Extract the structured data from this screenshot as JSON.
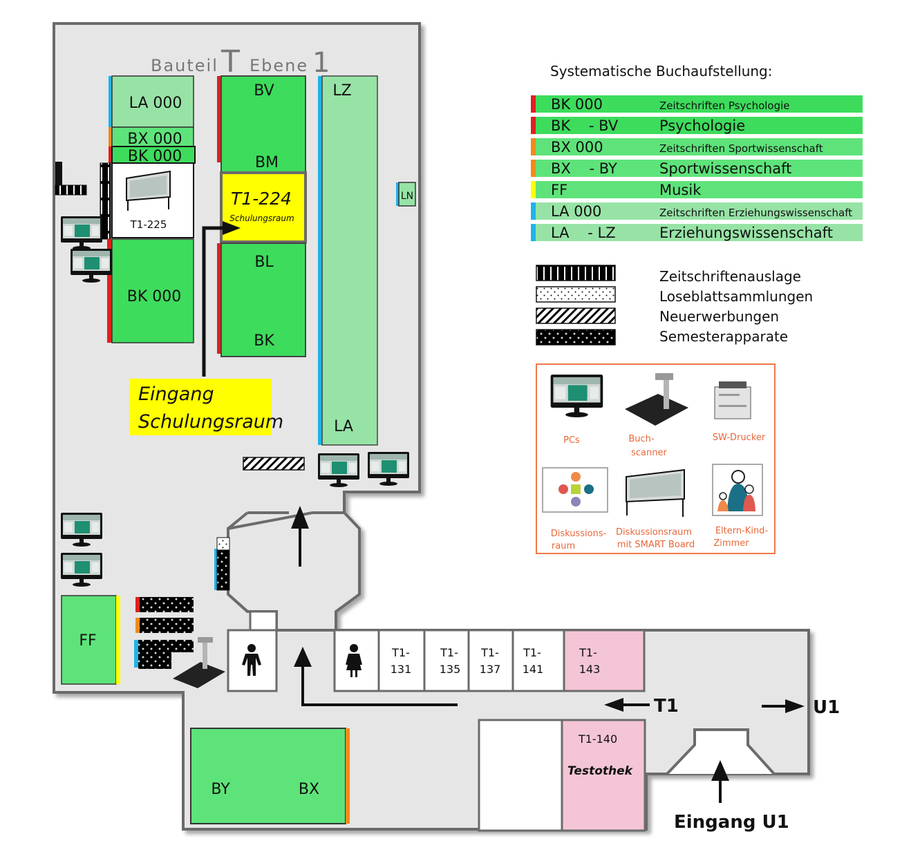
{
  "title": {
    "part1": "Bauteil",
    "part2": "T",
    "part3": "Ebene",
    "part4": "1"
  },
  "colors": {
    "wall": "#6b6b6b",
    "floor": "#e6e6e6",
    "green_dark": "#3ddc5c",
    "green_mid": "#5ee37a",
    "green_light": "#97e3a6",
    "pink": "#f4c5d6",
    "yellow": "#ffff00",
    "red": "#e0201e",
    "orange": "#f28a1c",
    "blue": "#1fb3e8",
    "legend_border": "#f07845",
    "icon_text": "#e8673a"
  },
  "shelves": {
    "la000": "LA 000",
    "bx000": "BX 000",
    "bk000_small": "BK 000",
    "bk000": "BK 000",
    "bv": "BV",
    "bm": "BM",
    "bl": "BL",
    "bk": "BK",
    "lz": "LZ",
    "la": "LA",
    "ln": "LN",
    "ff": "FF",
    "by": "BY",
    "bx": "BX"
  },
  "rooms": {
    "t1_225": "T1-225",
    "t1_224": "T1-224",
    "t1_224_sub": "Schulungsraum",
    "entrance_training_1": "Eingang",
    "entrance_training_2": "Schulungsraum",
    "t131": [
      "T1-",
      "131"
    ],
    "t135": [
      "T1-",
      "135"
    ],
    "t137": [
      "T1-",
      "137"
    ],
    "t141": [
      "T1-",
      "141"
    ],
    "t143": [
      "T1-",
      "143"
    ],
    "t140": "T1-140",
    "t140_sub": "Testothek"
  },
  "directions": {
    "t1": "T1",
    "u1": "U1",
    "entrance_u1": "Eingang U1"
  },
  "legend": {
    "heading": "Systematische Buchaufstellung:",
    "rows": [
      {
        "code": "BK 000",
        "label": "Zeitschriften Psychologie",
        "small": true
      },
      {
        "code": "BK    - BV",
        "label": "Psychologie",
        "small": false
      },
      {
        "code": "BX 000",
        "label": "Zeitschriften Sportwissenschaft",
        "small": true
      },
      {
        "code": "BX    - BY",
        "label": "Sportwissenschaft",
        "small": false
      },
      {
        "code": "FF",
        "label": "Musik",
        "small": false
      },
      {
        "code": "LA 000",
        "label": "Zeitschriften Erziehungswissenschaft",
        "small": true
      },
      {
        "code": "LA    - LZ",
        "label": "Erziehungswissenschaft",
        "small": false
      }
    ],
    "patterns": [
      "Zeitschriftenauslage",
      "Loseblattsammlungen",
      "Neuerwerbungen",
      "Semesterapparate"
    ],
    "icons": {
      "pcs": "PCs",
      "scanner_1": "Buch-",
      "scanner_2": "scanner",
      "printer": "SW-Drucker",
      "discussion_1": "Diskussions-",
      "discussion_2": "raum",
      "smart_1": "Diskussionsraum",
      "smart_2": "mit SMART Board",
      "family_1": "Eltern-Kind-",
      "family_2": "Zimmer"
    }
  }
}
